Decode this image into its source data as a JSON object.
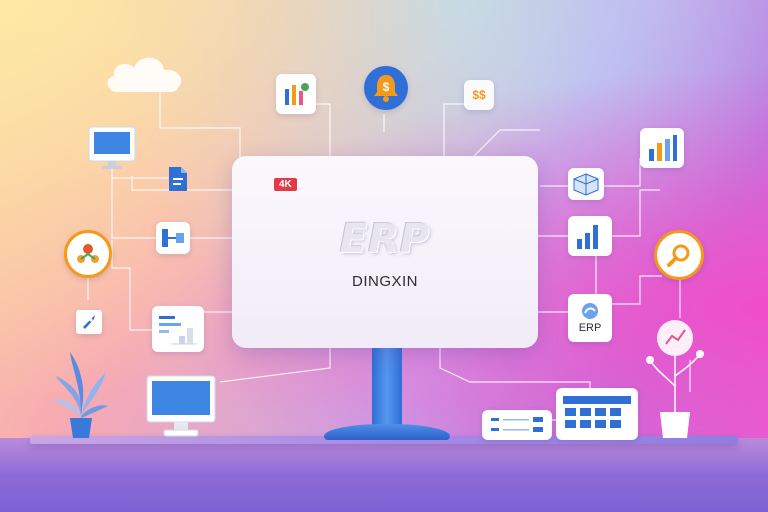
{
  "screen": {
    "badge": "4K",
    "title": "ERP",
    "subtitle": "DINGXIN"
  },
  "tiles": {
    "erp_card_label": "ERP",
    "dollar_tile_label": "$$"
  },
  "icons": [
    "cloud-icon",
    "monitor-icon",
    "document-icon",
    "tools-chart-icon",
    "dollar-bell-icon",
    "dollar-tag-icon",
    "bar-chart-icon",
    "cube-icon",
    "growth-chart-icon",
    "magnifier-icon",
    "erp-card-icon",
    "org-chart-icon",
    "rocket-icon",
    "layout-icon",
    "report-icon",
    "laptop-icon",
    "calendar-icon",
    "sliders-icon",
    "plant-icon"
  ],
  "colors": {
    "accent_blue": "#2f6fd6",
    "accent_orange": "#f39a1b",
    "badge_red": "#e23a48"
  }
}
